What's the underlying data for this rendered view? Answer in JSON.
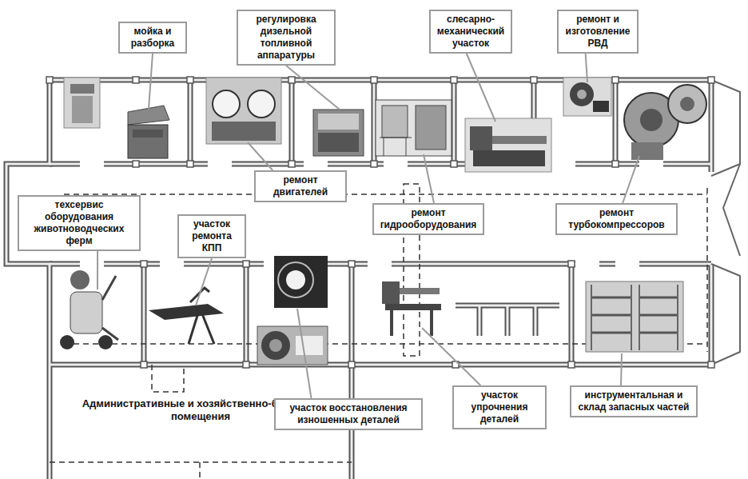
{
  "diagram": {
    "nodes": [
      {
        "text": [
          "мойка и разборка"
        ]
      },
      {
        "text": [
          "регулировка дизельной топливной аппаратуры"
        ]
      },
      {
        "text": [
          "слесарно- механический участок"
        ]
      },
      {
        "text": [
          "ремонт и изготовление РВД"
        ]
      },
      {
        "text": [
          "ремонт двигателей"
        ]
      },
      {
        "text": [
          "техсервис оборудования животноводческих ферм"
        ]
      },
      {
        "text": [
          "ремонт гидрооборудования"
        ]
      },
      {
        "text": [
          "ремонт турбокомпрессоров"
        ]
      },
      {
        "text": [
          "участок ремонта КПП"
        ]
      },
      {
        "text": [
          "Административные и хозяйственно-бытовые помещения"
        ]
      },
      {
        "text": [
          "участок восстановления изношенных деталей"
        ]
      },
      {
        "text": [
          "участок упрочнения деталей"
        ]
      },
      {
        "text": [
          "инструментальная и склад запасных частей"
        ]
      }
    ]
  }
}
